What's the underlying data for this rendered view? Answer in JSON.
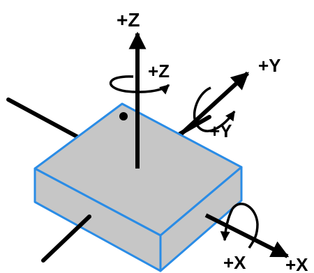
{
  "diagram": {
    "colors": {
      "face_fill": "#c6c6c6",
      "edge_stroke": "#2a8ce6",
      "axis_stroke": "#000000",
      "background": "#ffffff"
    },
    "labels": {
      "z_axis": "+Z",
      "z_rotation": "+Z",
      "y_axis": "+Y",
      "y_rotation": "+Y",
      "x_rotation": "+X",
      "x_axis": "+X"
    },
    "marker": "pin-1-dot"
  }
}
